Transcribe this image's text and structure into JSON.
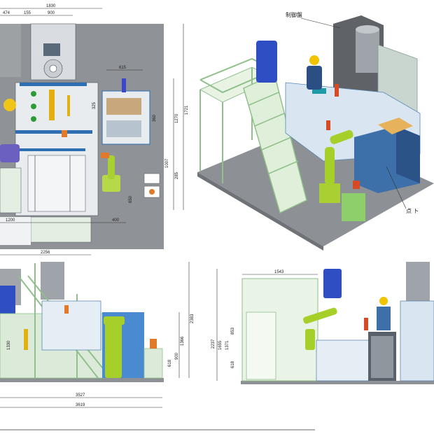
{
  "drawing": {
    "label_top": "制御盤",
    "label_side": "点\nト",
    "top_view": {
      "dims": {
        "overall_width": "1830",
        "w_474": "474",
        "w_155": "155",
        "w_900": "900",
        "w_615": "615",
        "w_325": "325",
        "w_360": "360",
        "w_1270": "1270",
        "w_1721": "1721",
        "w_1007": "1007",
        "w_285": "285",
        "w_650": "650",
        "w_1200": "1200",
        "w_400": "400",
        "w_2256": "2256"
      }
    },
    "front_view": {
      "dims": {
        "w_3527": "3527",
        "w_3619": "3619",
        "h_2383": "2383",
        "h_1366": "1366",
        "h_900": "900",
        "h_618": "618",
        "h_1330": "1330"
      }
    },
    "side_view": {
      "dims": {
        "w_1543": "1543",
        "h_2237": "2237",
        "h_1655": "1655",
        "h_1371": "1371",
        "h_853": "853",
        "h_618": "618"
      }
    }
  }
}
